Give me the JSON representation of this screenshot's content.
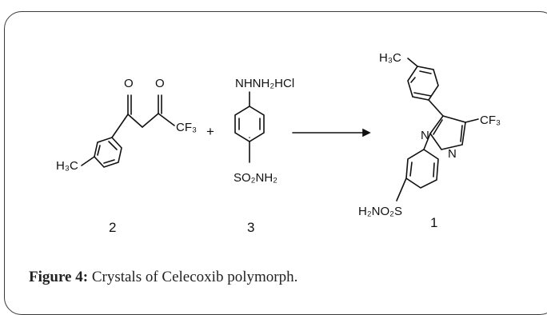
{
  "scheme": {
    "compound_2": {
      "number": "2",
      "label_methyl": "H₃C",
      "label_cf3": "CF₃",
      "label_o1": "O",
      "label_o2": "O"
    },
    "plus": "+",
    "compound_3": {
      "number": "3",
      "label_hydrazine": "NHNH₂HCl",
      "label_sulfonamide": "SO₂NH₂"
    },
    "compound_1": {
      "number": "1",
      "label_methyl": "H₃C",
      "label_cf3": "CF₃",
      "label_n1": "N",
      "label_n2": "N",
      "label_sulfonamide": "H₂NO₂S"
    }
  },
  "caption": {
    "label": "Figure 4:",
    "text": " Crystals of Celecoxib polymorph."
  }
}
